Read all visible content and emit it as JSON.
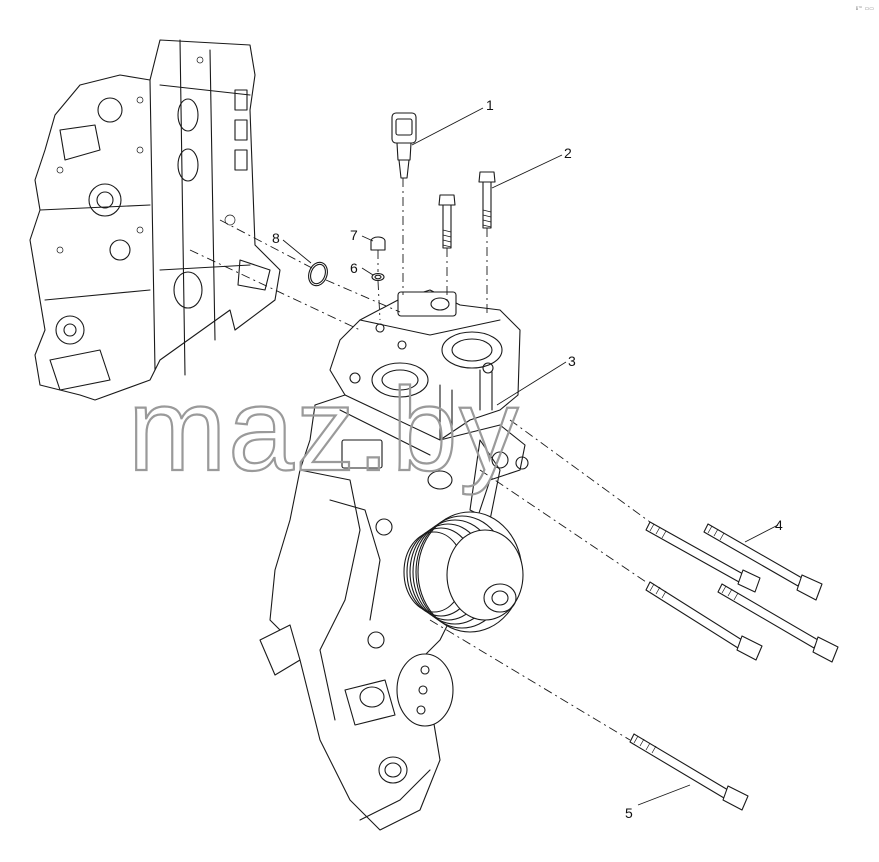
{
  "diagram": {
    "callouts": [
      {
        "id": "1",
        "label": "1"
      },
      {
        "id": "2",
        "label": "2"
      },
      {
        "id": "3",
        "label": "3"
      },
      {
        "id": "4",
        "label": "4"
      },
      {
        "id": "5",
        "label": "5"
      },
      {
        "id": "6",
        "label": "6"
      },
      {
        "id": "7",
        "label": "7"
      },
      {
        "id": "8",
        "label": "8"
      }
    ],
    "watermark": "maz.by",
    "corner_mark": "ℹ™ ▭▭"
  }
}
